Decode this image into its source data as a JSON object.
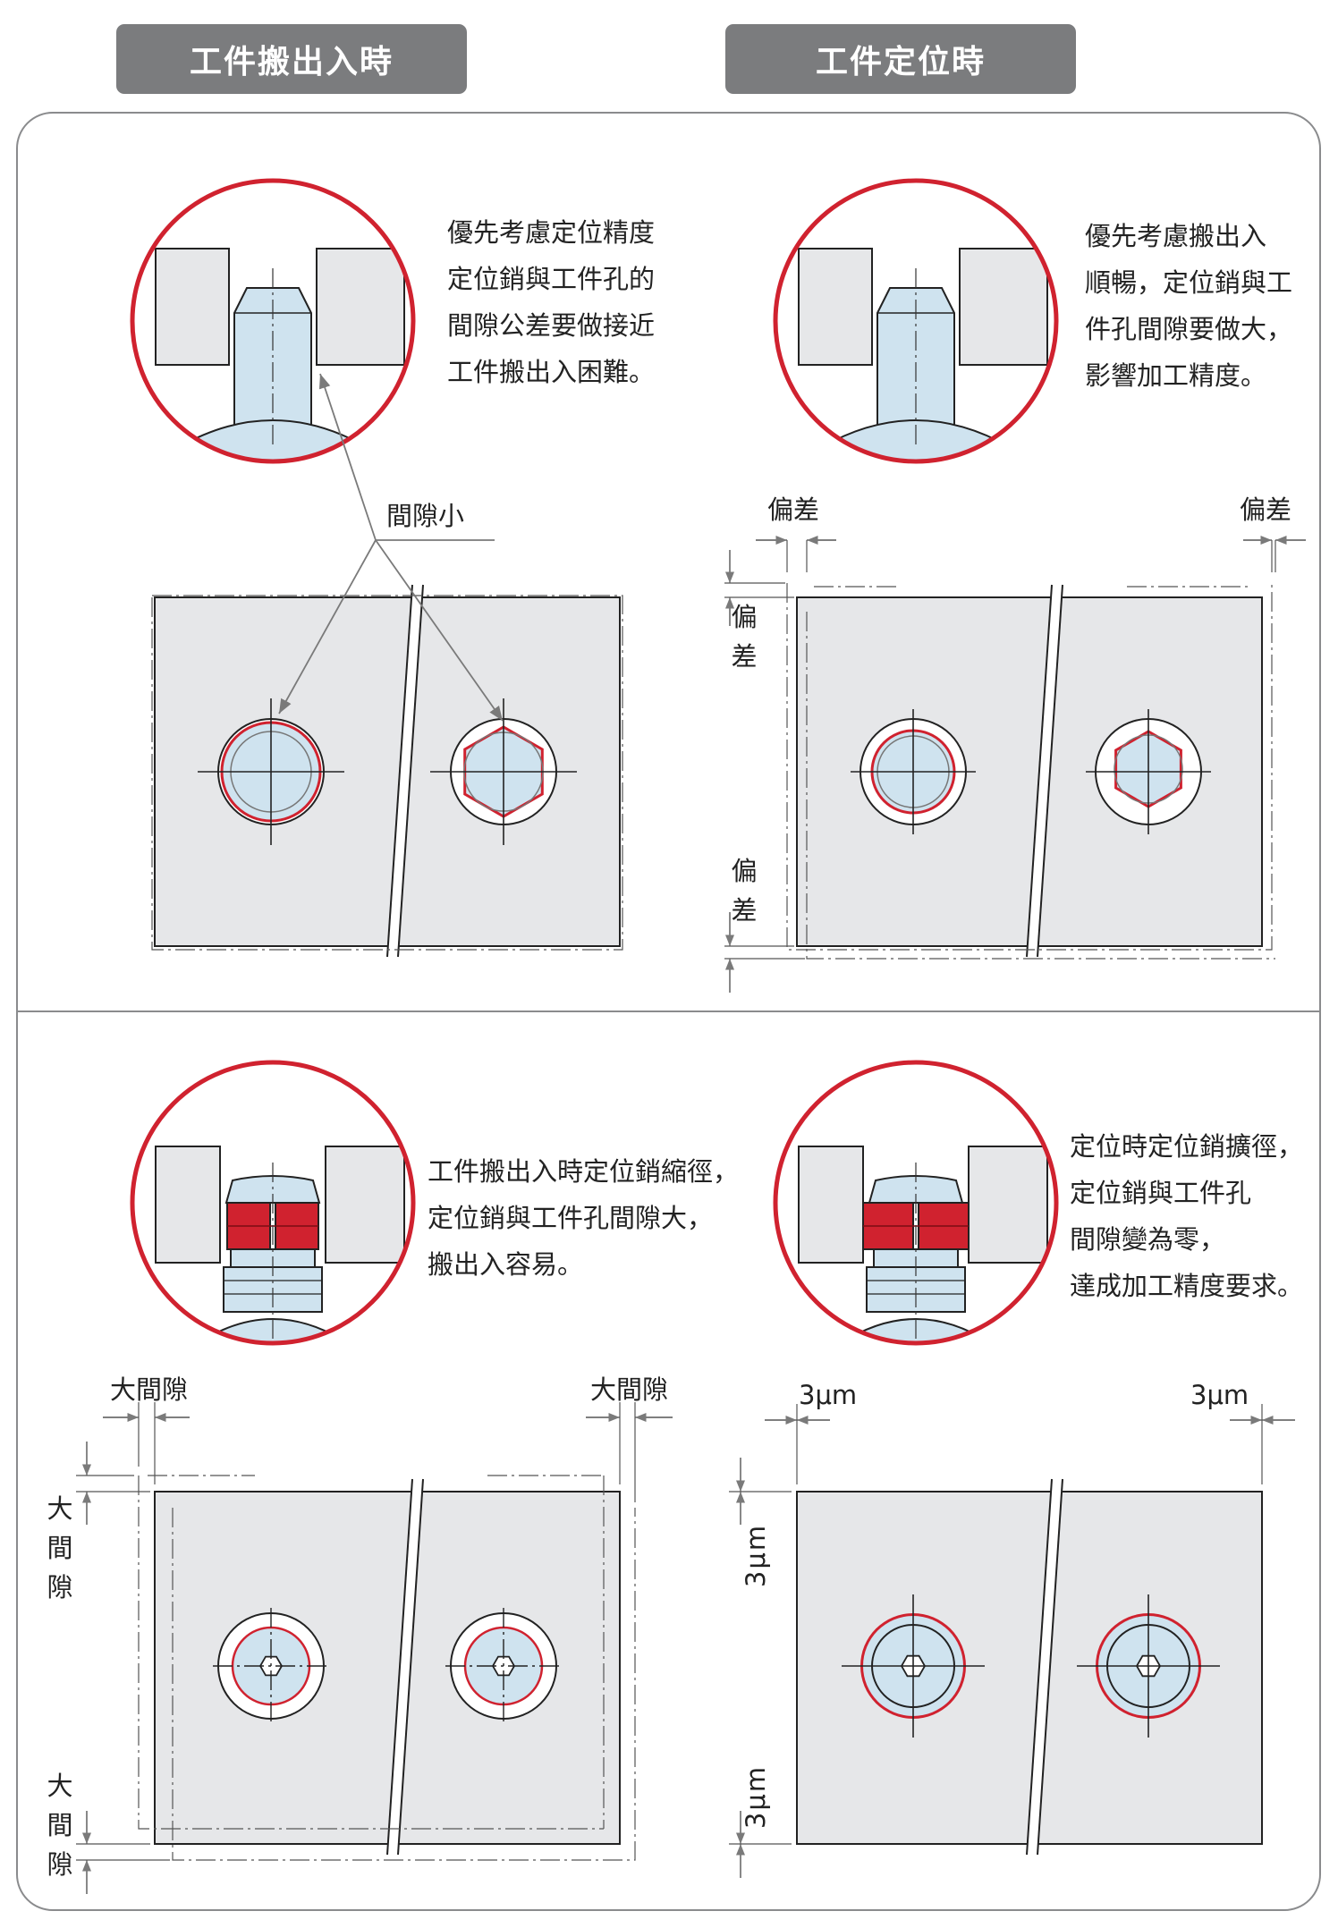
{
  "headers": {
    "left": "工件搬出入時",
    "right": "工件定位時"
  },
  "notes": {
    "top_left": [
      "優先考慮定位精度",
      "定位銷與工件孔的",
      "間隙公差要做接近",
      "工件搬出入困難。"
    ],
    "top_right": [
      "優先考慮搬出入",
      "順暢，定位銷與工",
      "件孔間隙要做大，",
      "影響加工精度。"
    ],
    "bottom_left": [
      "工件搬出入時定位銷縮徑，",
      "定位銷與工件孔間隙大，",
      "搬出入容易。"
    ],
    "bottom_right": [
      "定位時定位銷擴徑，",
      "定位銷與工件孔",
      "間隙變為零，",
      "達成加工精度要求。"
    ]
  },
  "labels": {
    "small_gap": "間隙小",
    "deviation": "偏差",
    "deviation_chars": [
      "偏",
      "差"
    ],
    "large_gap": "大間隙",
    "large_gap_chars": [
      "大",
      "間",
      "隙"
    ],
    "micron": "3μm"
  },
  "colors": {
    "header_bg": "#7b7c7e",
    "accent_red": "#d0222f",
    "pin_blue": "#cfe3ef",
    "plate_gray": "#e6e7e9",
    "frame_gray": "#8a8b8d"
  }
}
